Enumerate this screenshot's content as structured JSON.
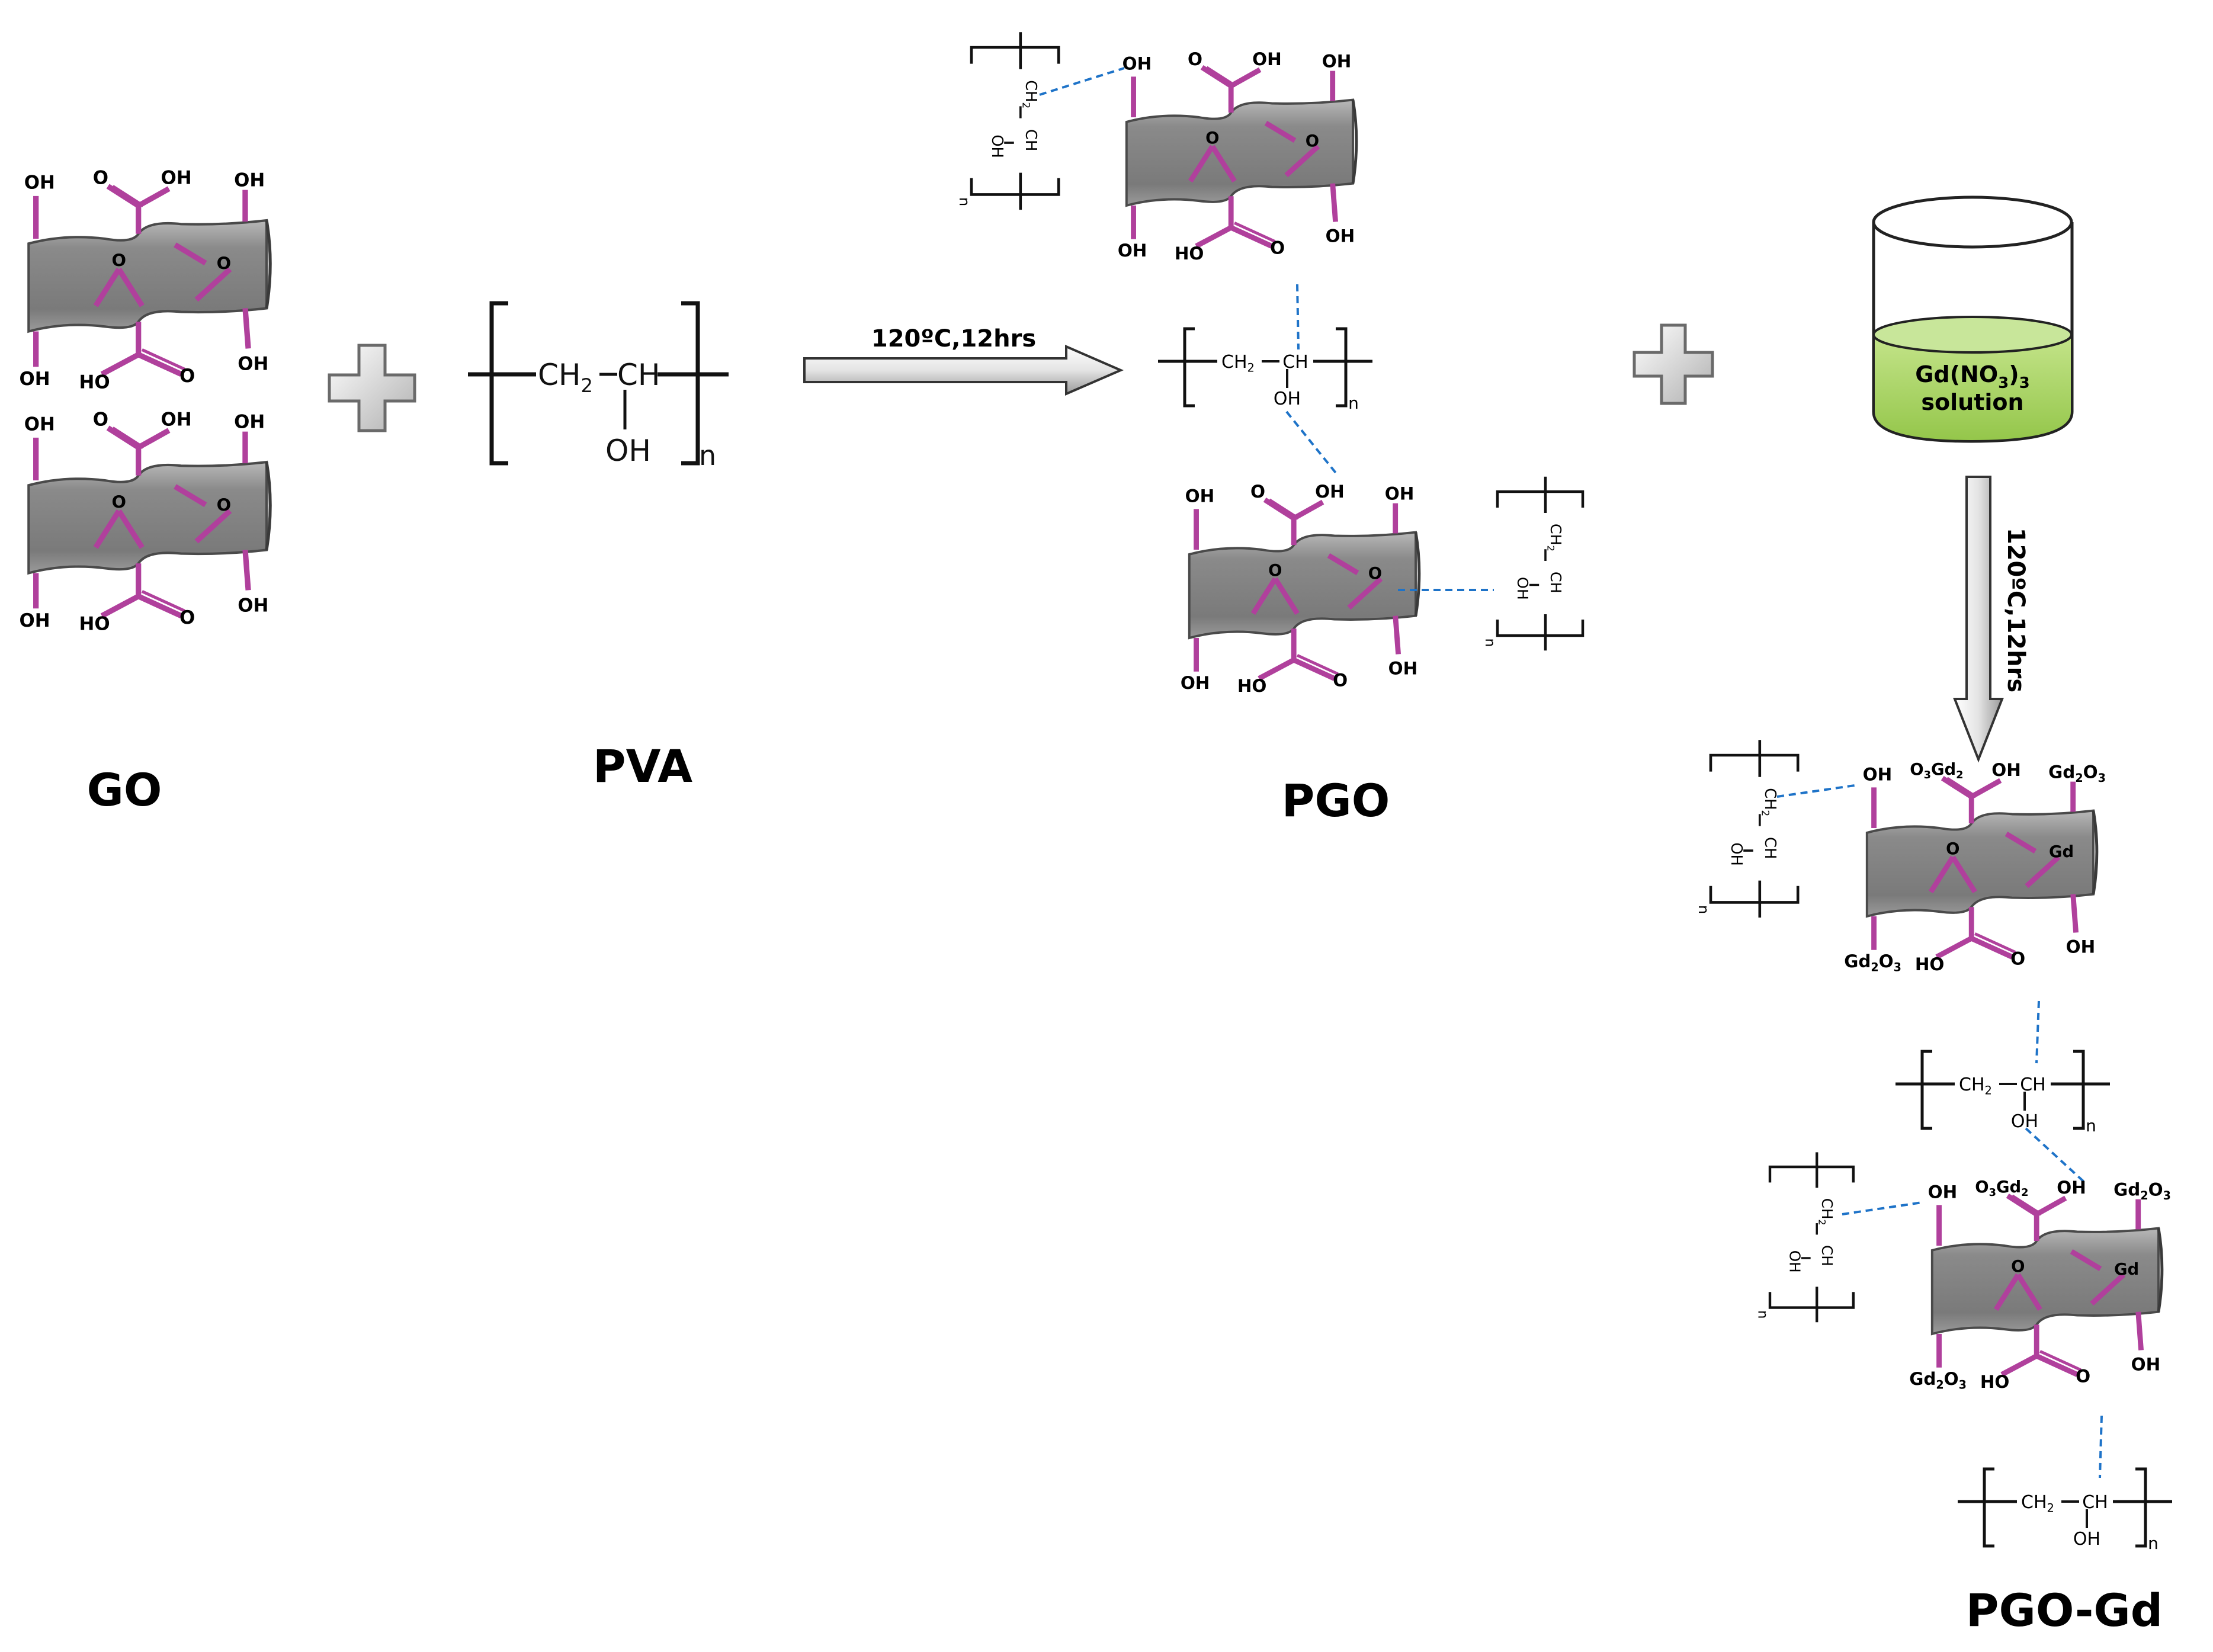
{
  "colors": {
    "sheet_fill": "#8a8a8a",
    "sheet_stroke": "#4a4a4a",
    "bond": "#b0409c",
    "hbond": "#1e73c8",
    "solution": "#a6d45a",
    "text": "#000000"
  },
  "labels": {
    "go": "GO",
    "pva": "PVA",
    "pgo": "PGO",
    "pgo_gd": "PGO-Gd"
  },
  "conditions": {
    "step1": "120ºC,12hrs",
    "step2": "120ºC,12hrs"
  },
  "beaker": {
    "line1": "Gd(NO3)3",
    "line2": "solution"
  },
  "pva_unit": {
    "ch2": "CH2",
    "ch": "CH",
    "oh": "OH",
    "n": "n"
  },
  "go_groups": {
    "oh": "OH",
    "o": "O",
    "ho": "HO"
  },
  "gd_groups": {
    "o3gd2": "O3Gd2",
    "gd2o3": "Gd2O3",
    "gd": "Gd"
  }
}
